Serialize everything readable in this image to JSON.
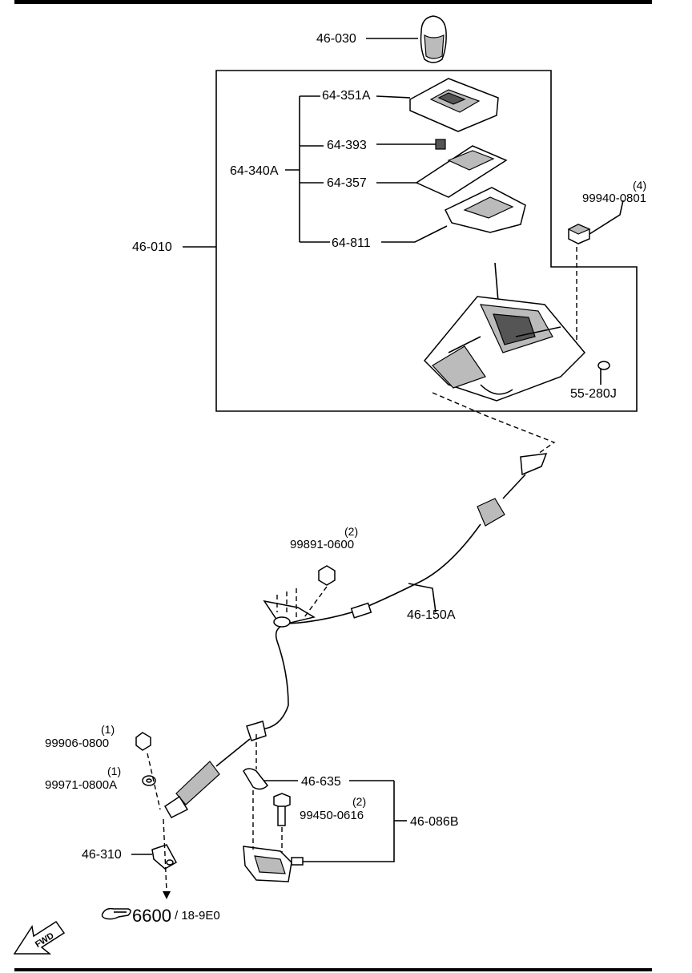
{
  "labels": {
    "knob": "46-030",
    "panel": "64-351A",
    "clip": "64-393",
    "assy_top": "64-340A",
    "cover": "64-357",
    "bracket": "64-811",
    "shifter": "46-010",
    "nut_top": "99940-0801",
    "nut_top_qty": "(4)",
    "pin": "55-280J",
    "nut_cable": "99891-0600",
    "nut_cable_qty": "(2)",
    "cable": "46-150A",
    "nut_small": "99906-0800",
    "nut_small_qty": "(1)",
    "washer": "99971-0800A",
    "washer_qty": "(1)",
    "clip2": "46-635",
    "bolt": "99450-0616",
    "bolt_qty": "(2)",
    "bracket_assy": "46-086B",
    "lever": "46-310"
  },
  "reference": {
    "page": "6600",
    "section": "/ 18-9E0"
  },
  "fwd_label": "FWD"
}
